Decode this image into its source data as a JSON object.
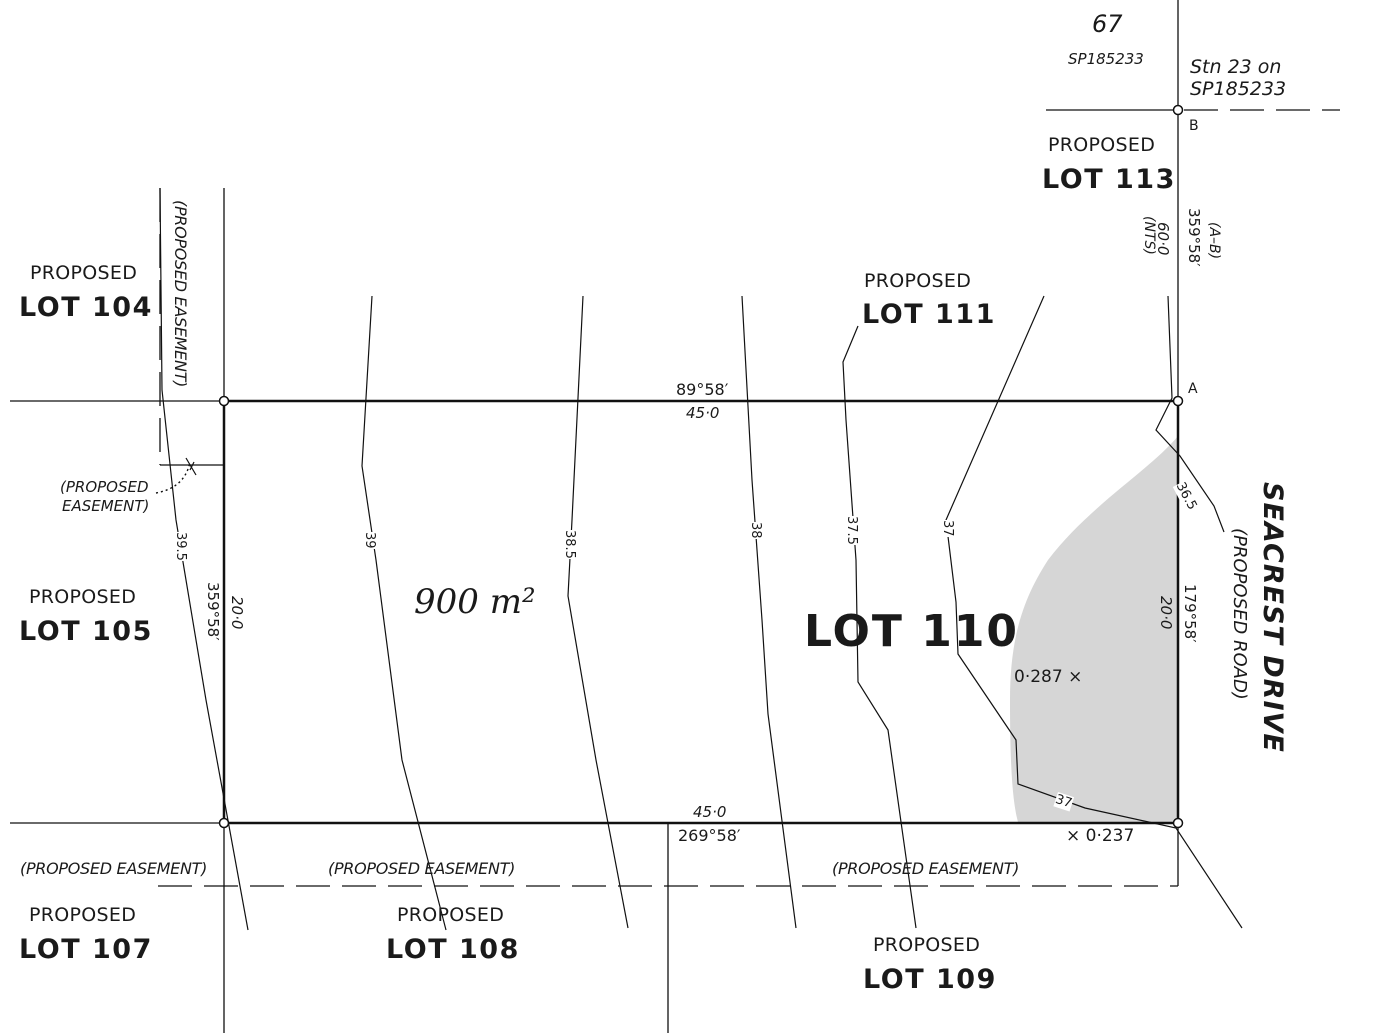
{
  "survey_refs": {
    "lot_67": "67",
    "plan_sp": "SP185233",
    "station_line1": "Stn 23 on",
    "station_line2": "SP185233"
  },
  "points": {
    "a": "A",
    "b": "B"
  },
  "subject_lot": {
    "name": "LOT 110",
    "area": "900 m²"
  },
  "neighbor_lots": {
    "proposed_word": "PROPOSED",
    "lot_104": "LOT 104",
    "lot_105": "LOT 105",
    "lot_107": "LOT 107",
    "lot_108": "LOT 108",
    "lot_109": "LOT 109",
    "lot_111": "LOT 111",
    "lot_113": "LOT 113"
  },
  "easements": {
    "vertical": "(PROPOSED EASEMENT)",
    "corner_line1": "(PROPOSED",
    "corner_line2": "EASEMENT)",
    "south_1": "(PROPOSED EASEMENT)",
    "south_2": "(PROPOSED EASEMENT)",
    "south_3": "(PROPOSED EASEMENT)"
  },
  "road": {
    "name": "SEACREST DRIVE",
    "subtitle": "(PROPOSED ROAD)"
  },
  "dimensions": {
    "north_bearing": "89°58′",
    "north_distance": "45·0",
    "south_bearing": "269°58′",
    "south_distance": "45·0",
    "west_bearing": "359°58′",
    "west_distance": "20·0",
    "east_bearing": "179°58′",
    "east_distance": "20·0",
    "ab_label": "(A–B)",
    "ab_bearing": "359°58′",
    "ab_distance": "60·0",
    "ab_nts": "(NTS)"
  },
  "contours": [
    "39.5",
    "39",
    "38.5",
    "38",
    "37.5",
    "37",
    "36.5",
    "37"
  ],
  "spot_heights": {
    "inner": "0·287 ×",
    "outer": "× 0·237"
  }
}
